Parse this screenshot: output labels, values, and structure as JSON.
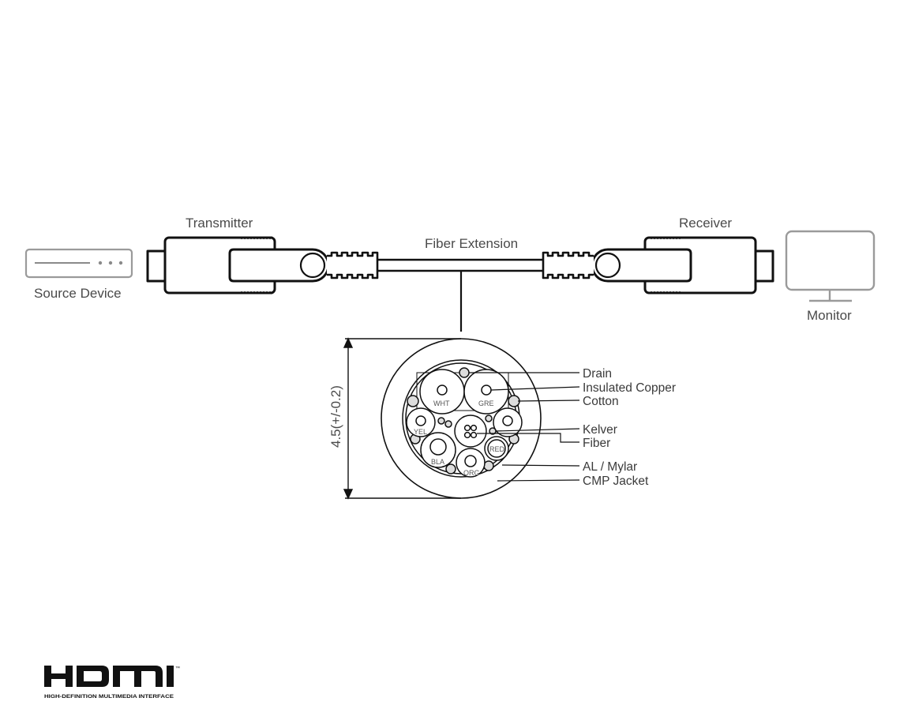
{
  "diagram": {
    "labels": {
      "source_device": "Source Device",
      "transmitter": "Transmitter",
      "fiber_extension": "Fiber Extension",
      "receiver": "Receiver",
      "monitor": "Monitor",
      "diameter": "4.5(+/-0.2)"
    },
    "cross_section": {
      "callouts": [
        {
          "id": "drain",
          "label": "Drain"
        },
        {
          "id": "insulated-copper",
          "label": "Insulated Copper"
        },
        {
          "id": "cotton",
          "label": "Cotton"
        },
        {
          "id": "kelver",
          "label": "Kelver"
        },
        {
          "id": "fiber",
          "label": "Fiber"
        },
        {
          "id": "al-mylar",
          "label": "AL / Mylar"
        },
        {
          "id": "cmp-jacket",
          "label": "CMP Jacket"
        }
      ],
      "core_labels": {
        "wht": "WHT",
        "gre": "GRE",
        "yel": "YEL",
        "bla": "BLA",
        "org": "ORG",
        "red": "RED"
      }
    },
    "logo": {
      "text": "HDMI",
      "trademark": "™",
      "subtitle": "HIGH-DEFINITION MULTIMEDIA INTERFACE"
    },
    "colors": {
      "line": "#111111",
      "device_outline": "#9a9a9a",
      "text": "#4a4a4a"
    }
  }
}
